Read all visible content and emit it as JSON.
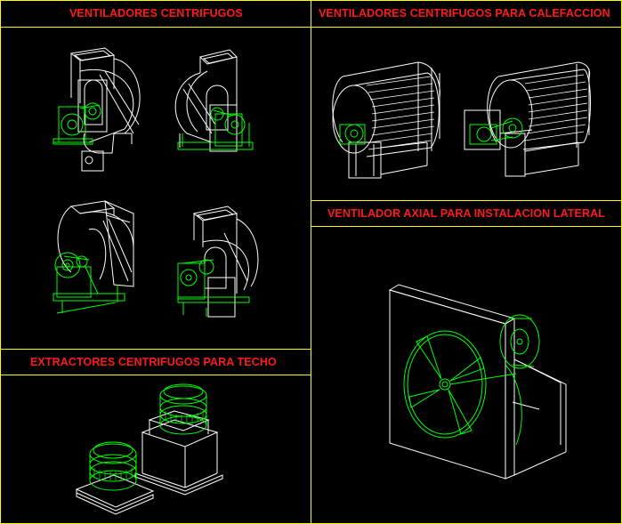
{
  "panels": {
    "centrifugal": {
      "title": "VENTILADORES CENTRIFUGOS"
    },
    "heating": {
      "title": "VENTILADORES CENTRIFUGOS PARA CALEFACCION"
    },
    "axial": {
      "title": "VENTILADOR AXIAL PARA INSTALACION LATERAL"
    },
    "roof": {
      "title": "EXTRACTORES CENTRIFUGOS PARA TECHO"
    }
  },
  "colors": {
    "background": "#000000",
    "frame": "#ffff00",
    "title": "#ff1a1a",
    "line_white": "#ffffff",
    "line_green": "#00ff00"
  }
}
